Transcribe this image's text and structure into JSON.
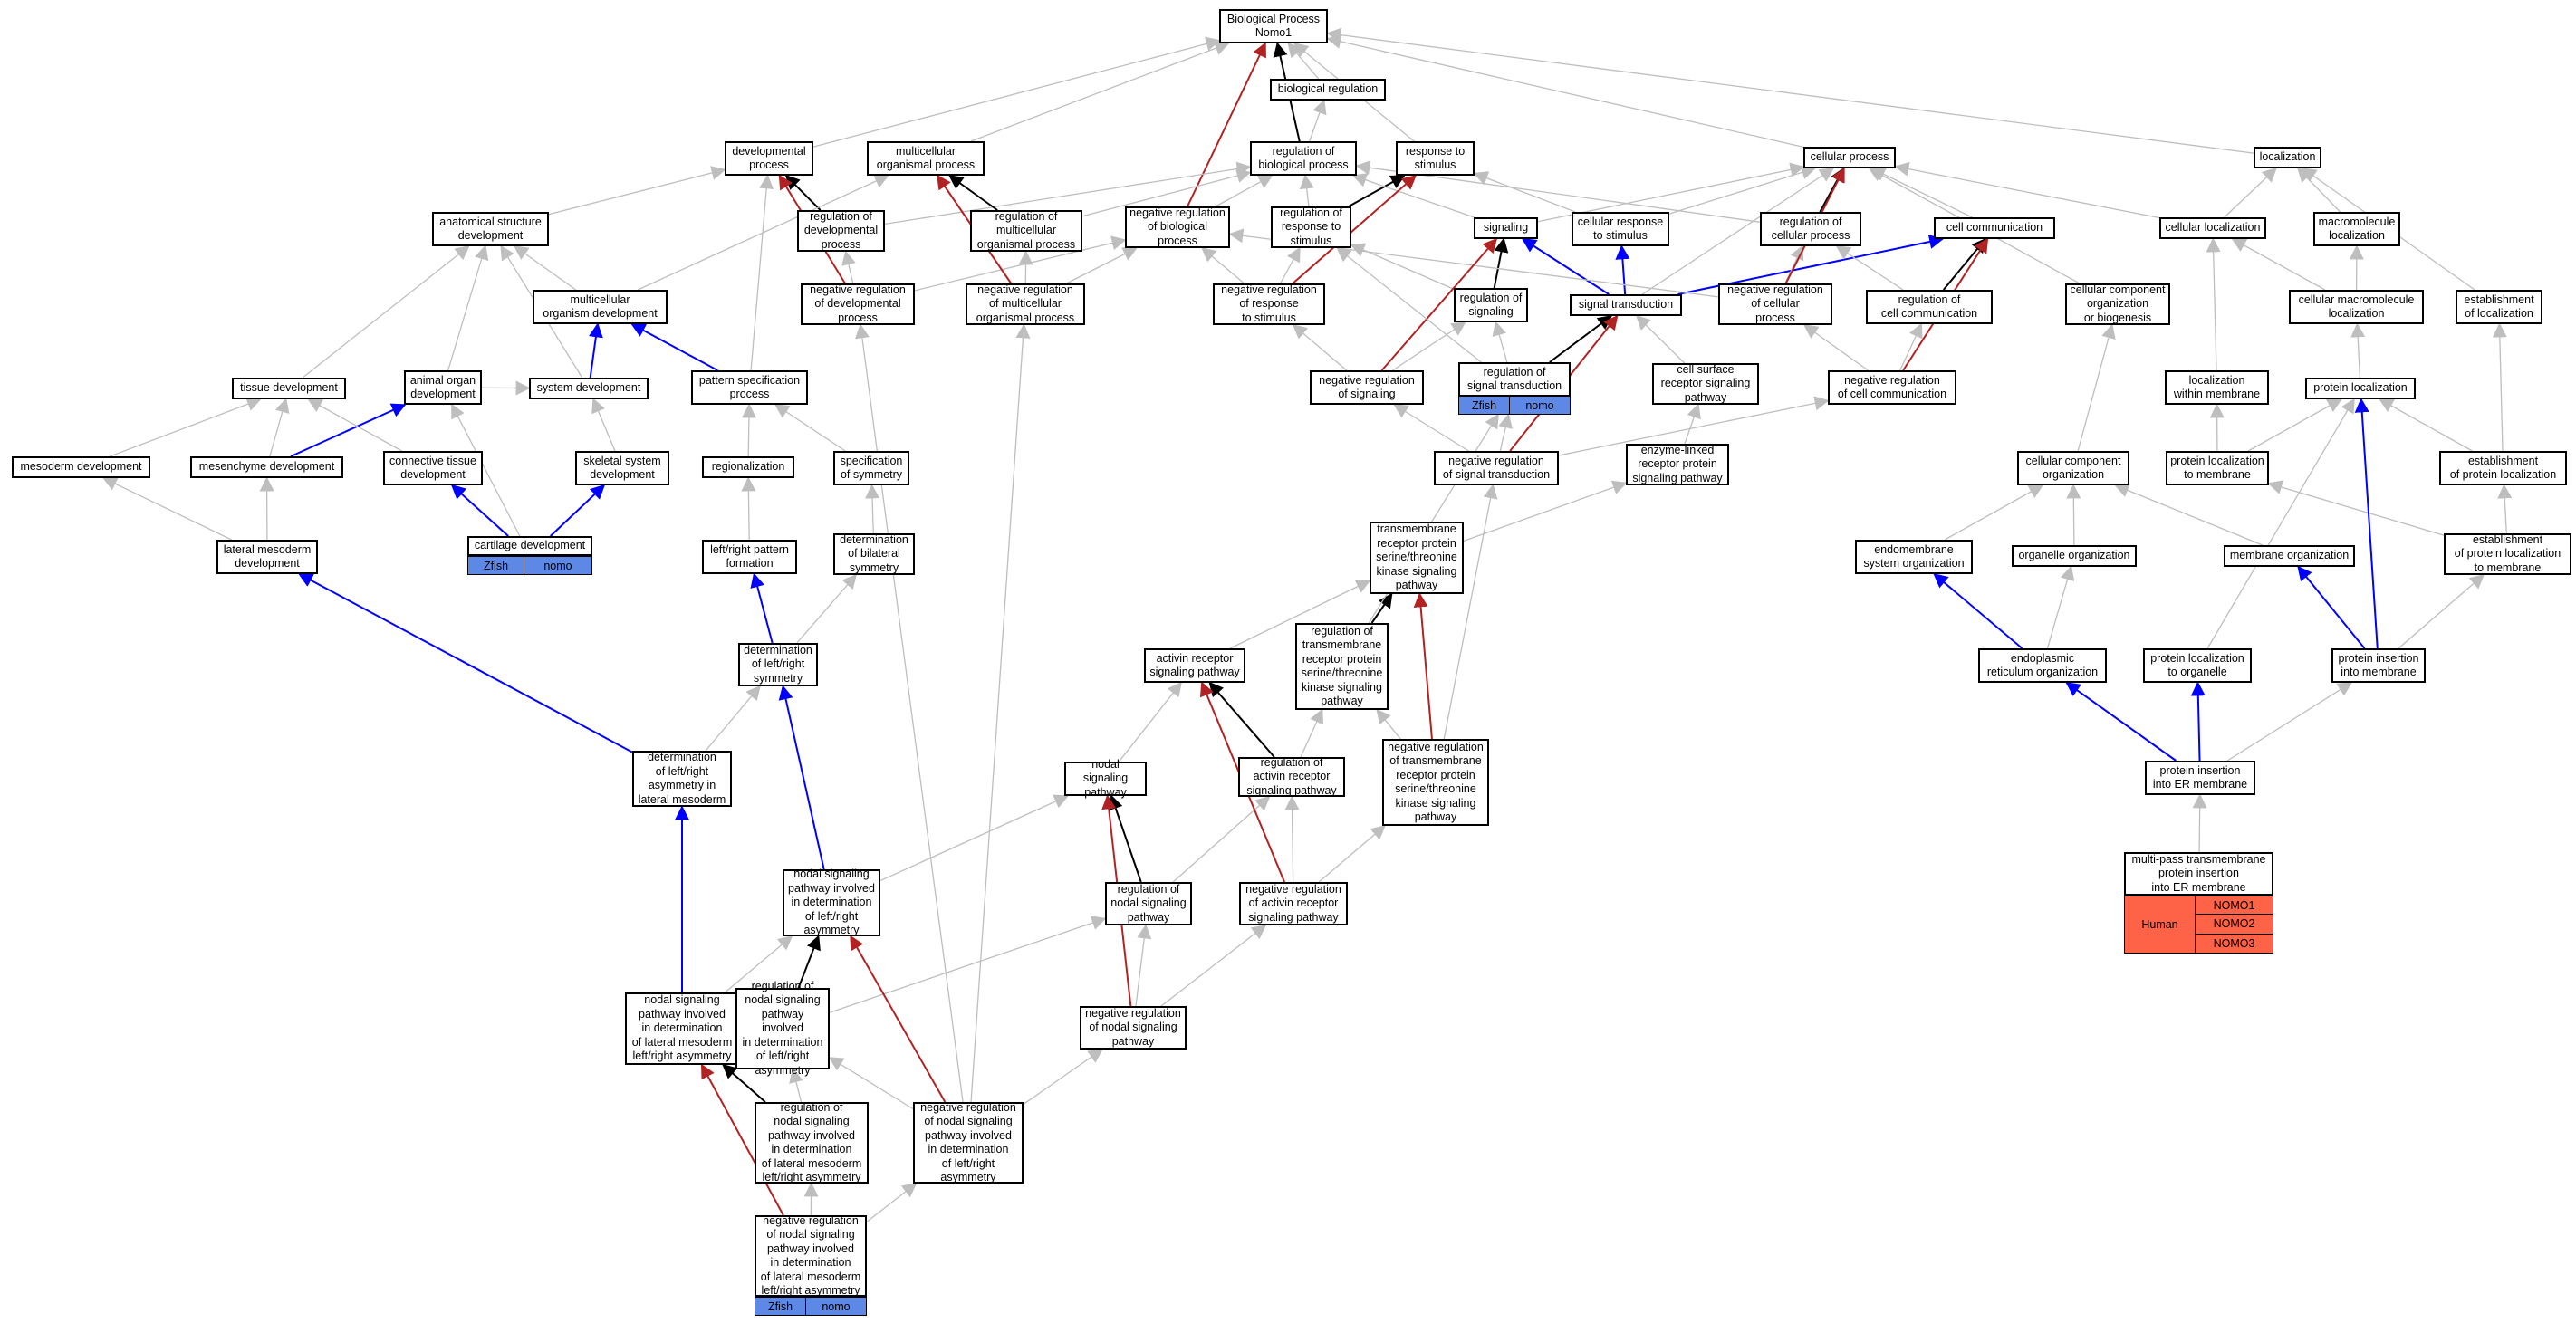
{
  "colors": {
    "is_a": "#bebebe",
    "part_of": "#000000",
    "positively_regulates": "#0000ff",
    "negatively_regulates": "#b22222",
    "zfish": "#5e88e6",
    "human": "#ff6347"
  },
  "nodes": [
    {
      "id": "bp",
      "label": "Biological Process\nNomo1"
    },
    {
      "id": "bioreg",
      "label": "biological regulation"
    },
    {
      "id": "devproc",
      "label": "developmental\nprocess"
    },
    {
      "id": "multiproc",
      "label": "multicellular\norganismal process"
    },
    {
      "id": "regbio",
      "label": "regulation of\nbiological process"
    },
    {
      "id": "respstim",
      "label": "response to\nstimulus"
    },
    {
      "id": "cellproc",
      "label": "cellular process"
    },
    {
      "id": "localization",
      "label": "localization"
    },
    {
      "id": "anatdev",
      "label": "anatomical structure\ndevelopment"
    },
    {
      "id": "regdev",
      "label": "regulation of\ndevelopmental\nprocess"
    },
    {
      "id": "regmulti",
      "label": "regulation of\nmulticellular\norganismal process"
    },
    {
      "id": "negregbio",
      "label": "negative regulation\nof biological\nprocess"
    },
    {
      "id": "regresp",
      "label": "regulation of\nresponse to\nstimulus"
    },
    {
      "id": "signaling",
      "label": "signaling"
    },
    {
      "id": "cellresp",
      "label": "cellular response\nto stimulus"
    },
    {
      "id": "regcell",
      "label": "regulation of\ncellular process"
    },
    {
      "id": "cellcomm",
      "label": "cell communication"
    },
    {
      "id": "cellloc",
      "label": "cellular localization"
    },
    {
      "id": "macroloc",
      "label": "macromolecule\nlocalization"
    },
    {
      "id": "multidev",
      "label": "multicellular\norganism development"
    },
    {
      "id": "negregdev",
      "label": "negative regulation\nof developmental\nprocess"
    },
    {
      "id": "negregmulti",
      "label": "negative regulation\nof multicellular\norganismal process"
    },
    {
      "id": "negregresp",
      "label": "negative regulation\nof response\nto stimulus"
    },
    {
      "id": "regsig",
      "label": "regulation of\nsignaling"
    },
    {
      "id": "sigtrans",
      "label": "signal transduction"
    },
    {
      "id": "negregcell",
      "label": "negative regulation\nof cellular\nprocess"
    },
    {
      "id": "regcellcomm",
      "label": "regulation of\ncell communication"
    },
    {
      "id": "ccorgbio",
      "label": "cellular component\norganization\nor biogenesis"
    },
    {
      "id": "cellmacroloc",
      "label": "cellular macromolecule\nlocalization"
    },
    {
      "id": "establoc",
      "label": "establishment\nof localization"
    },
    {
      "id": "tissuedev",
      "label": "tissue development"
    },
    {
      "id": "organdev",
      "label": "animal organ\ndevelopment"
    },
    {
      "id": "sysdev",
      "label": "system development"
    },
    {
      "id": "patspec",
      "label": "pattern specification\nprocess"
    },
    {
      "id": "negregsig",
      "label": "negative regulation\nof signaling"
    },
    {
      "id": "regsigtrans",
      "label": "regulation of\nsignal transduction"
    },
    {
      "id": "csrsp",
      "label": "cell surface\nreceptor signaling\npathway"
    },
    {
      "id": "negregcellcomm",
      "label": "negative regulation\nof cell communication"
    },
    {
      "id": "locmem",
      "label": "localization\nwithin membrane"
    },
    {
      "id": "protloc",
      "label": "protein localization"
    },
    {
      "id": "mesodev",
      "label": "mesoderm development"
    },
    {
      "id": "mesenchdev",
      "label": "mesenchyme development"
    },
    {
      "id": "conntissue",
      "label": "connective tissue\ndevelopment"
    },
    {
      "id": "skeletal",
      "label": "skeletal system\ndevelopment"
    },
    {
      "id": "regionalization",
      "label": "regionalization"
    },
    {
      "id": "specsym",
      "label": "specification\nof symmetry"
    },
    {
      "id": "negregsigtrans",
      "label": "negative regulation\nof signal transduction"
    },
    {
      "id": "enzlinked",
      "label": "enzyme-linked\nreceptor protein\nsignaling pathway"
    },
    {
      "id": "ccorg",
      "label": "cellular component\norganization"
    },
    {
      "id": "protlocmem",
      "label": "protein localization\nto membrane"
    },
    {
      "id": "estabprotloc",
      "label": "establishment\nof protein localization"
    },
    {
      "id": "latmeso",
      "label": "lateral mesoderm\ndevelopment"
    },
    {
      "id": "cartdev",
      "label": "cartilage development"
    },
    {
      "id": "lrpattern",
      "label": "left/right pattern\nformation"
    },
    {
      "id": "detbilat",
      "label": "determination\nof bilateral\nsymmetry"
    },
    {
      "id": "tmrskpath",
      "label": "transmembrane\nreceptor protein\nserine/threonine\nkinase signaling\npathway"
    },
    {
      "id": "endomem",
      "label": "endomembrane\nsystem organization"
    },
    {
      "id": "organelleorg",
      "label": "organelle organization"
    },
    {
      "id": "memorg",
      "label": "membrane organization"
    },
    {
      "id": "estabprotlocmem",
      "label": "establishment\nof protein localization\nto membrane"
    },
    {
      "id": "detlr",
      "label": "determination\nof left/right\nsymmetry"
    },
    {
      "id": "activin",
      "label": "activin receptor\nsignaling pathway"
    },
    {
      "id": "regtmrsk",
      "label": "regulation of\ntransmembrane\nreceptor protein\nserine/threonine\nkinase signaling\npathway"
    },
    {
      "id": "er_org",
      "label": "endoplasmic\nreticulum organization"
    },
    {
      "id": "protlocorg",
      "label": "protein localization\nto organelle"
    },
    {
      "id": "protins",
      "label": "protein insertion\ninto membrane"
    },
    {
      "id": "detlrlat",
      "label": "determination\nof left/right\nasymmetry in\nlateral mesoderm"
    },
    {
      "id": "nodal",
      "label": "nodal signaling\npathway"
    },
    {
      "id": "regactivin",
      "label": "regulation of\nactivin receptor\nsignaling pathway"
    },
    {
      "id": "negregtmrsk",
      "label": "negative regulation\nof transmembrane\nreceptor protein\nserine/threonine\nkinase signaling\npathway"
    },
    {
      "id": "protinser",
      "label": "protein insertion\ninto ER membrane"
    },
    {
      "id": "nodaldetlr",
      "label": "nodal signaling\npathway involved\nin determination\nof left/right\nasymmetry"
    },
    {
      "id": "regnodal",
      "label": "regulation of\nnodal signaling\npathway"
    },
    {
      "id": "negregactivin",
      "label": "negative regulation\nof activin receptor\nsignaling pathway"
    },
    {
      "id": "multipass",
      "label": "multi-pass transmembrane\nprotein insertion\ninto ER membrane"
    },
    {
      "id": "nodallatmeso",
      "label": "nodal signaling\npathway involved\nin determination\nof lateral mesoderm\nleft/right asymmetry"
    },
    {
      "id": "regnodaldetlr",
      "label": "regulation of\nnodal signaling\npathway involved\nin determination\nof left/right\nasymmetry"
    },
    {
      "id": "negregnodal",
      "label": "negative regulation\nof nodal signaling\npathway"
    },
    {
      "id": "regnodallatmeso",
      "label": "regulation of\nnodal signaling\npathway involved\nin determination\nof lateral mesoderm\nleft/right asymmetry"
    },
    {
      "id": "negregnodaldetlr",
      "label": "negative regulation\nof nodal signaling\npathway involved\nin determination\nof left/right\nasymmetry"
    },
    {
      "id": "negregnodallatmeso",
      "label": "negative regulation\nof nodal signaling\npathway involved\nin determination\nof lateral mesoderm\nleft/right asymmetry"
    }
  ],
  "annotations": [
    {
      "node": "regsigtrans",
      "species": "Zfish",
      "genes": [
        "nomo"
      ]
    },
    {
      "node": "cartdev",
      "species": "Zfish",
      "genes": [
        "nomo"
      ]
    },
    {
      "node": "negregnodallatmeso",
      "species": "Zfish",
      "genes": [
        "nomo"
      ]
    },
    {
      "node": "multipass",
      "species": "Human",
      "genes": [
        "NOMO1",
        "NOMO2",
        "NOMO3"
      ]
    }
  ],
  "edges": [
    [
      "bioreg",
      "bp",
      "is_a"
    ],
    [
      "devproc",
      "bp",
      "is_a"
    ],
    [
      "multiproc",
      "bp",
      "is_a"
    ],
    [
      "regbio",
      "bp",
      "part_of"
    ],
    [
      "regbio",
      "bioreg",
      "is_a"
    ],
    [
      "respstim",
      "bp",
      "is_a"
    ],
    [
      "cellproc",
      "bp",
      "is_a"
    ],
    [
      "localization",
      "bp",
      "is_a"
    ],
    [
      "negregbio",
      "bp",
      "negatively_regulates"
    ],
    [
      "anatdev",
      "devproc",
      "is_a"
    ],
    [
      "regdev",
      "devproc",
      "part_of"
    ],
    [
      "regdev",
      "regbio",
      "is_a"
    ],
    [
      "regmulti",
      "multiproc",
      "part_of"
    ],
    [
      "regmulti",
      "regbio",
      "is_a"
    ],
    [
      "negregbio",
      "regbio",
      "is_a"
    ],
    [
      "regresp",
      "regbio",
      "is_a"
    ],
    [
      "regresp",
      "respstim",
      "part_of"
    ],
    [
      "signaling",
      "cellproc",
      "is_a"
    ],
    [
      "signaling",
      "regbio",
      "is_a"
    ],
    [
      "cellresp",
      "cellproc",
      "is_a"
    ],
    [
      "cellresp",
      "respstim",
      "is_a"
    ],
    [
      "regcell",
      "cellproc",
      "part_of"
    ],
    [
      "regcell",
      "regbio",
      "is_a"
    ],
    [
      "cellcomm",
      "cellproc",
      "is_a"
    ],
    [
      "cellloc",
      "cellproc",
      "is_a"
    ],
    [
      "cellloc",
      "localization",
      "is_a"
    ],
    [
      "macroloc",
      "localization",
      "is_a"
    ],
    [
      "establoc",
      "localization",
      "is_a"
    ],
    [
      "ccorgbio",
      "cellproc",
      "is_a"
    ],
    [
      "multidev",
      "anatdev",
      "is_a"
    ],
    [
      "multidev",
      "multiproc",
      "is_a"
    ],
    [
      "negregdev",
      "regdev",
      "is_a"
    ],
    [
      "negregdev",
      "devproc",
      "negatively_regulates"
    ],
    [
      "negregdev",
      "negregbio",
      "is_a"
    ],
    [
      "negregmulti",
      "regmulti",
      "is_a"
    ],
    [
      "negregmulti",
      "multiproc",
      "negatively_regulates"
    ],
    [
      "negregmulti",
      "negregbio",
      "is_a"
    ],
    [
      "negregresp",
      "regresp",
      "is_a"
    ],
    [
      "negregresp",
      "respstim",
      "negatively_regulates"
    ],
    [
      "negregresp",
      "negregbio",
      "is_a"
    ],
    [
      "regsig",
      "regresp",
      "is_a"
    ],
    [
      "regsig",
      "signaling",
      "part_of"
    ],
    [
      "sigtrans",
      "signaling",
      "positively_regulates"
    ],
    [
      "sigtrans",
      "cellresp",
      "positively_regulates"
    ],
    [
      "sigtrans",
      "cellcomm",
      "positively_regulates"
    ],
    [
      "sigtrans",
      "cellproc",
      "is_a"
    ],
    [
      "negregcell",
      "regcell",
      "is_a"
    ],
    [
      "negregcell",
      "cellproc",
      "negatively_regulates"
    ],
    [
      "negregcell",
      "negregbio",
      "is_a"
    ],
    [
      "regcellcomm",
      "cellcomm",
      "part_of"
    ],
    [
      "regcellcomm",
      "regcell",
      "is_a"
    ],
    [
      "cellmacroloc",
      "macroloc",
      "is_a"
    ],
    [
      "cellmacroloc",
      "cellloc",
      "is_a"
    ],
    [
      "tissuedev",
      "anatdev",
      "is_a"
    ],
    [
      "organdev",
      "anatdev",
      "is_a"
    ],
    [
      "organdev",
      "sysdev",
      "is_a"
    ],
    [
      "sysdev",
      "multidev",
      "positively_regulates"
    ],
    [
      "sysdev",
      "anatdev",
      "is_a"
    ],
    [
      "patspec",
      "multidev",
      "positively_regulates"
    ],
    [
      "patspec",
      "devproc",
      "is_a"
    ],
    [
      "negregsig",
      "regsig",
      "is_a"
    ],
    [
      "negregsig",
      "signaling",
      "negatively_regulates"
    ],
    [
      "negregsig",
      "negregresp",
      "is_a"
    ],
    [
      "regsigtrans",
      "regsig",
      "is_a"
    ],
    [
      "regsigtrans",
      "sigtrans",
      "part_of"
    ],
    [
      "regsigtrans",
      "regresp",
      "is_a"
    ],
    [
      "csrsp",
      "sigtrans",
      "is_a"
    ],
    [
      "negregcellcomm",
      "regcellcomm",
      "is_a"
    ],
    [
      "negregcellcomm",
      "cellcomm",
      "negatively_regulates"
    ],
    [
      "negregcellcomm",
      "negregcell",
      "is_a"
    ],
    [
      "locmem",
      "cellloc",
      "is_a"
    ],
    [
      "protloc",
      "cellmacroloc",
      "is_a"
    ],
    [
      "mesodev",
      "tissuedev",
      "is_a"
    ],
    [
      "mesenchdev",
      "tissuedev",
      "is_a"
    ],
    [
      "mesenchdev",
      "organdev",
      "positively_regulates"
    ],
    [
      "conntissue",
      "tissuedev",
      "is_a"
    ],
    [
      "skeletal",
      "sysdev",
      "is_a"
    ],
    [
      "regionalization",
      "patspec",
      "is_a"
    ],
    [
      "specsym",
      "patspec",
      "is_a"
    ],
    [
      "negregsigtrans",
      "regsigtrans",
      "is_a"
    ],
    [
      "negregsigtrans",
      "sigtrans",
      "negatively_regulates"
    ],
    [
      "negregsigtrans",
      "negregsig",
      "is_a"
    ],
    [
      "negregsigtrans",
      "negregcellcomm",
      "is_a"
    ],
    [
      "enzlinked",
      "csrsp",
      "is_a"
    ],
    [
      "ccorg",
      "ccorgbio",
      "is_a"
    ],
    [
      "protlocmem",
      "locmem",
      "is_a"
    ],
    [
      "protlocmem",
      "protloc",
      "is_a"
    ],
    [
      "estabprotloc",
      "protloc",
      "is_a"
    ],
    [
      "estabprotloc",
      "establoc",
      "is_a"
    ],
    [
      "latmeso",
      "mesodev",
      "is_a"
    ],
    [
      "latmeso",
      "mesenchdev",
      "is_a"
    ],
    [
      "cartdev",
      "conntissue",
      "positively_regulates"
    ],
    [
      "cartdev",
      "skeletal",
      "positively_regulates"
    ],
    [
      "cartdev",
      "organdev",
      "is_a"
    ],
    [
      "lrpattern",
      "regionalization",
      "is_a"
    ],
    [
      "detbilat",
      "specsym",
      "is_a"
    ],
    [
      "tmrskpath",
      "enzlinked",
      "is_a"
    ],
    [
      "endomem",
      "ccorg",
      "is_a"
    ],
    [
      "organelleorg",
      "ccorg",
      "is_a"
    ],
    [
      "memorg",
      "ccorg",
      "is_a"
    ],
    [
      "estabprotlocmem",
      "protlocmem",
      "is_a"
    ],
    [
      "estabprotlocmem",
      "estabprotloc",
      "is_a"
    ],
    [
      "detlr",
      "lrpattern",
      "positively_regulates"
    ],
    [
      "detlr",
      "detbilat",
      "is_a"
    ],
    [
      "activin",
      "tmrskpath",
      "is_a"
    ],
    [
      "regtmrsk",
      "tmrskpath",
      "part_of"
    ],
    [
      "regtmrsk",
      "regsigtrans",
      "is_a"
    ],
    [
      "er_org",
      "endomem",
      "positively_regulates"
    ],
    [
      "er_org",
      "organelleorg",
      "is_a"
    ],
    [
      "protlocorg",
      "protloc",
      "is_a"
    ],
    [
      "protins",
      "memorg",
      "positively_regulates"
    ],
    [
      "protins",
      "protloc",
      "positively_regulates"
    ],
    [
      "protins",
      "estabprotlocmem",
      "is_a"
    ],
    [
      "detlrlat",
      "latmeso",
      "positively_regulates"
    ],
    [
      "detlrlat",
      "detlr",
      "is_a"
    ],
    [
      "nodal",
      "activin",
      "is_a"
    ],
    [
      "regactivin",
      "activin",
      "part_of"
    ],
    [
      "regactivin",
      "regtmrsk",
      "is_a"
    ],
    [
      "negregtmrsk",
      "regtmrsk",
      "is_a"
    ],
    [
      "negregtmrsk",
      "tmrskpath",
      "negatively_regulates"
    ],
    [
      "negregtmrsk",
      "negregsigtrans",
      "is_a"
    ],
    [
      "protinser",
      "er_org",
      "positively_regulates"
    ],
    [
      "protinser",
      "protlocorg",
      "positively_regulates"
    ],
    [
      "protinser",
      "protins",
      "is_a"
    ],
    [
      "multipass",
      "protinser",
      "is_a"
    ],
    [
      "nodaldetlr",
      "nodal",
      "is_a"
    ],
    [
      "nodaldetlr",
      "detlr",
      "positively_regulates"
    ],
    [
      "regnodal",
      "nodal",
      "part_of"
    ],
    [
      "regnodal",
      "regactivin",
      "is_a"
    ],
    [
      "negregactivin",
      "regactivin",
      "is_a"
    ],
    [
      "negregactivin",
      "activin",
      "negatively_regulates"
    ],
    [
      "negregactivin",
      "negregtmrsk",
      "is_a"
    ],
    [
      "nodallatmeso",
      "detlrlat",
      "positively_regulates"
    ],
    [
      "nodallatmeso",
      "nodaldetlr",
      "is_a"
    ],
    [
      "regnodaldetlr",
      "nodaldetlr",
      "part_of"
    ],
    [
      "regnodaldetlr",
      "regnodal",
      "is_a"
    ],
    [
      "negregnodal",
      "regnodal",
      "is_a"
    ],
    [
      "negregnodal",
      "nodal",
      "negatively_regulates"
    ],
    [
      "negregnodal",
      "negregactivin",
      "is_a"
    ],
    [
      "regnodallatmeso",
      "nodallatmeso",
      "part_of"
    ],
    [
      "regnodallatmeso",
      "regnodaldetlr",
      "is_a"
    ],
    [
      "negregnodaldetlr",
      "regnodaldetlr",
      "is_a"
    ],
    [
      "negregnodaldetlr",
      "nodaldetlr",
      "negatively_regulates"
    ],
    [
      "negregnodaldetlr",
      "negregnodal",
      "is_a"
    ],
    [
      "negregnodaldetlr",
      "negregmulti",
      "is_a"
    ],
    [
      "negregnodaldetlr",
      "negregdev",
      "is_a"
    ],
    [
      "negregnodallatmeso",
      "regnodallatmeso",
      "is_a"
    ],
    [
      "negregnodallatmeso",
      "nodallatmeso",
      "negatively_regulates"
    ],
    [
      "negregnodallatmeso",
      "negregnodaldetlr",
      "is_a"
    ]
  ]
}
